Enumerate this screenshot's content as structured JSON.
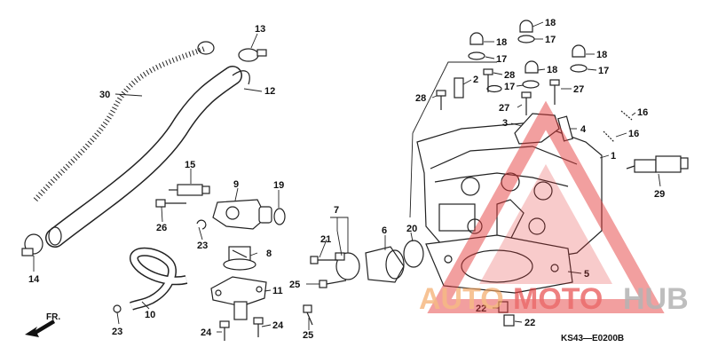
{
  "diagram_code": "KS43—E0200B",
  "direction_label": "FR.",
  "watermark": {
    "part1": "AUTO",
    "part2": "MOTO",
    "part3": "HUB",
    "color_orange": "#f2a25a",
    "color_red": "#e43a3a",
    "color_gray": "#8e8e8e"
  },
  "callouts": [
    {
      "id": "c13",
      "label": "13"
    },
    {
      "id": "c30",
      "label": "30"
    },
    {
      "id": "c12",
      "label": "12"
    },
    {
      "id": "c15",
      "label": "15"
    },
    {
      "id": "c9",
      "label": "9"
    },
    {
      "id": "c19",
      "label": "19"
    },
    {
      "id": "c26",
      "label": "26"
    },
    {
      "id": "c23a",
      "label": "23"
    },
    {
      "id": "c8",
      "label": "8"
    },
    {
      "id": "c14",
      "label": "14"
    },
    {
      "id": "c10",
      "label": "10"
    },
    {
      "id": "c23b",
      "label": "23"
    },
    {
      "id": "c11",
      "label": "11"
    },
    {
      "id": "c24a",
      "label": "24"
    },
    {
      "id": "c24b",
      "label": "24"
    },
    {
      "id": "c7",
      "label": "7"
    },
    {
      "id": "c21",
      "label": "21"
    },
    {
      "id": "c6",
      "label": "6"
    },
    {
      "id": "c20",
      "label": "20"
    },
    {
      "id": "c25a",
      "label": "25"
    },
    {
      "id": "c25b",
      "label": "25"
    },
    {
      "id": "c18a",
      "label": "18"
    },
    {
      "id": "c18b",
      "label": "18"
    },
    {
      "id": "c17a",
      "label": "17"
    },
    {
      "id": "c17b",
      "label": "17"
    },
    {
      "id": "c28a",
      "label": "28"
    },
    {
      "id": "c2",
      "label": "2"
    },
    {
      "id": "c18c",
      "label": "18"
    },
    {
      "id": "c17c",
      "label": "17"
    },
    {
      "id": "c18d",
      "label": "18"
    },
    {
      "id": "c17d",
      "label": "17"
    },
    {
      "id": "c28b",
      "label": "28"
    },
    {
      "id": "c27a",
      "label": "27"
    },
    {
      "id": "c27b",
      "label": "27"
    },
    {
      "id": "c3",
      "label": "3"
    },
    {
      "id": "c4",
      "label": "4"
    },
    {
      "id": "c16a",
      "label": "16"
    },
    {
      "id": "c16b",
      "label": "16"
    },
    {
      "id": "c1",
      "label": "1"
    },
    {
      "id": "c29",
      "label": "29"
    },
    {
      "id": "c5",
      "label": "5"
    },
    {
      "id": "c22a",
      "label": "22"
    },
    {
      "id": "c22b",
      "label": "22"
    }
  ]
}
